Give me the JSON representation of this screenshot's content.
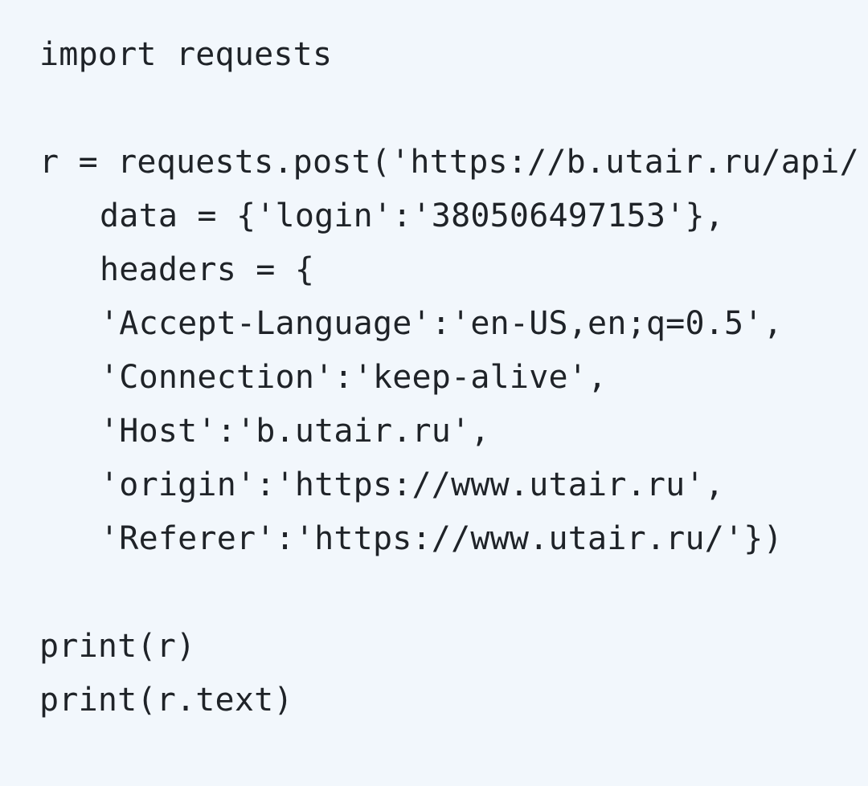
{
  "code": {
    "lines": [
      "import requests",
      "",
      "r = requests.post('https://b.utair.ru/api/",
      "data = {'login':'380506497153'},",
      "headers = {",
      "'Accept-Language':'en-US,en;q=0.5',",
      "'Connection':'keep-alive',",
      "'Host':'b.utair.ru',",
      "'origin':'https://www.utair.ru',",
      "'Referer':'https://www.utair.ru/'})",
      "",
      "print(r)",
      "print(r.text)"
    ]
  }
}
